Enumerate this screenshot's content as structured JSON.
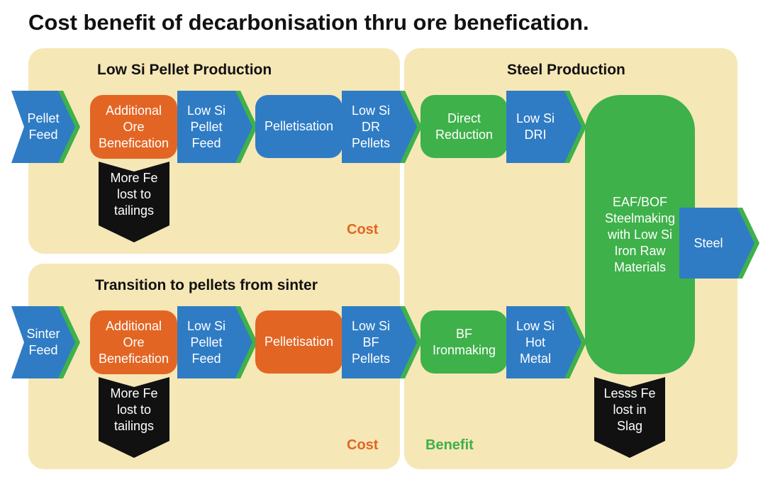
{
  "title": "Cost benefit of decarbonisation thru ore benefication.",
  "colors": {
    "panel": "#f6e7b6",
    "blue": "#2f7cc5",
    "green": "#3eb14a",
    "orange": "#e36523",
    "black": "#111111",
    "cost_text": "#e36523",
    "benefit_text": "#3eb14a"
  },
  "panels": {
    "pellet": {
      "title": "Low Si Pellet Production",
      "tag": "Cost"
    },
    "sinter": {
      "title": "Transition to pellets from sinter",
      "tag": "Cost"
    },
    "steel": {
      "title": "Steel Production",
      "tag": "Benefit"
    }
  },
  "row1": {
    "feed": "Pellet\nFeed",
    "benefication": "Additional\nOre\nBenefication",
    "intermediate": "Low Si\nPellet\nFeed",
    "process": "Pelletisation",
    "output": "Low Si\nDR\nPellets",
    "steel_process": "Direct\nReduction",
    "steel_output": "Low Si\nDRI",
    "loss": "More Fe\nlost to\ntailings"
  },
  "row2": {
    "feed": "Sinter\nFeed",
    "benefication": "Additional\nOre\nBenefication",
    "intermediate": "Low Si\nPellet\nFeed",
    "process": "Pelletisation",
    "output": "Low Si\nBF\nPellets",
    "steel_process": "BF\nIronmaking",
    "steel_output": "Low Si\nHot\nMetal",
    "loss": "More Fe\nlost to\ntailings"
  },
  "steelmaking": {
    "box": "EAF/BOF\nSteelmaking\nwith Low Si\nIron Raw\nMaterials",
    "output": "Steel",
    "loss": "Lesss Fe\nlost in\nSlag"
  }
}
